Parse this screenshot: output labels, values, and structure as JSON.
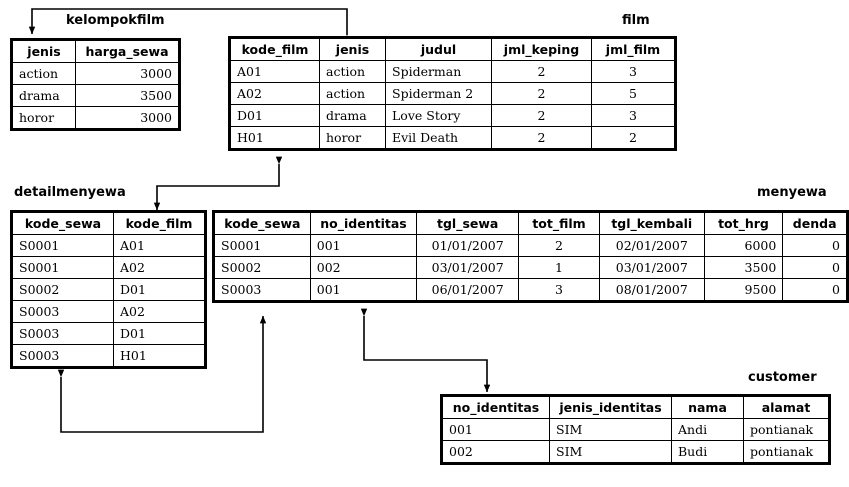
{
  "diagram": {
    "title_font_weight": "bold",
    "line_color": "#000000",
    "border_color": "#000000",
    "background": "#ffffff"
  },
  "tables": {
    "kelompokfilm": {
      "name": "kelompokfilm",
      "columns": [
        "jenis",
        "harga_sewa"
      ],
      "align": [
        "left",
        "right"
      ],
      "rows": [
        [
          "action",
          "3000"
        ],
        [
          "drama",
          "3500"
        ],
        [
          "horor",
          "3000"
        ]
      ]
    },
    "film": {
      "name": "film",
      "columns": [
        "kode_film",
        "jenis",
        "judul",
        "jml_keping",
        "jml_film"
      ],
      "align": [
        "left",
        "left",
        "left",
        "center",
        "center"
      ],
      "rows": [
        [
          "A01",
          "action",
          "Spiderman",
          "2",
          "3"
        ],
        [
          "A02",
          "action",
          "Spiderman 2",
          "2",
          "5"
        ],
        [
          "D01",
          "drama",
          "Love Story",
          "2",
          "3"
        ],
        [
          "H01",
          "horor",
          "Evil Death",
          "2",
          "2"
        ]
      ]
    },
    "detailmenyewa": {
      "name": "detailmenyewa",
      "columns": [
        "kode_sewa",
        "kode_film"
      ],
      "align": [
        "left",
        "left"
      ],
      "rows": [
        [
          "S0001",
          "A01"
        ],
        [
          "S0001",
          "A02"
        ],
        [
          "S0002",
          "D01"
        ],
        [
          "S0003",
          "A02"
        ],
        [
          "S0003",
          "D01"
        ],
        [
          "S0003",
          "H01"
        ]
      ]
    },
    "menyewa": {
      "name": "menyewa",
      "columns": [
        "kode_sewa",
        "no_identitas",
        "tgl_sewa",
        "tot_film",
        "tgl_kembali",
        "tot_hrg",
        "denda"
      ],
      "align": [
        "left",
        "left",
        "center",
        "center",
        "center",
        "right",
        "right"
      ],
      "rows": [
        [
          "S0001",
          "001",
          "01/01/2007",
          "2",
          "02/01/2007",
          "6000",
          "0"
        ],
        [
          "S0002",
          "002",
          "03/01/2007",
          "1",
          "03/01/2007",
          "3500",
          "0"
        ],
        [
          "S0003",
          "001",
          "06/01/2007",
          "3",
          "08/01/2007",
          "9500",
          "0"
        ]
      ]
    },
    "customer": {
      "name": "customer",
      "columns": [
        "no_identitas",
        "jenis_identitas",
        "nama",
        "alamat"
      ],
      "align": [
        "left",
        "left",
        "left",
        "left"
      ],
      "rows": [
        [
          "001",
          "SIM",
          "Andi",
          "pontianak"
        ],
        [
          "002",
          "SIM",
          "Budi",
          "pontianak"
        ]
      ]
    }
  },
  "relationships": [
    {
      "name": "film-jenis-to-kelompokfilm-jenis",
      "from": "film.jenis",
      "to": "kelompokfilm.jenis"
    },
    {
      "name": "detailmenyewa-kodefilm-to-film",
      "from": "detailmenyewa.kode_film",
      "to": "film"
    },
    {
      "name": "detailmenyewa-to-menyewa",
      "from": "detailmenyewa",
      "to": "menyewa"
    },
    {
      "name": "menyewa-to-customer-noidentitas",
      "from": "menyewa",
      "to": "customer.no_identitas"
    }
  ]
}
